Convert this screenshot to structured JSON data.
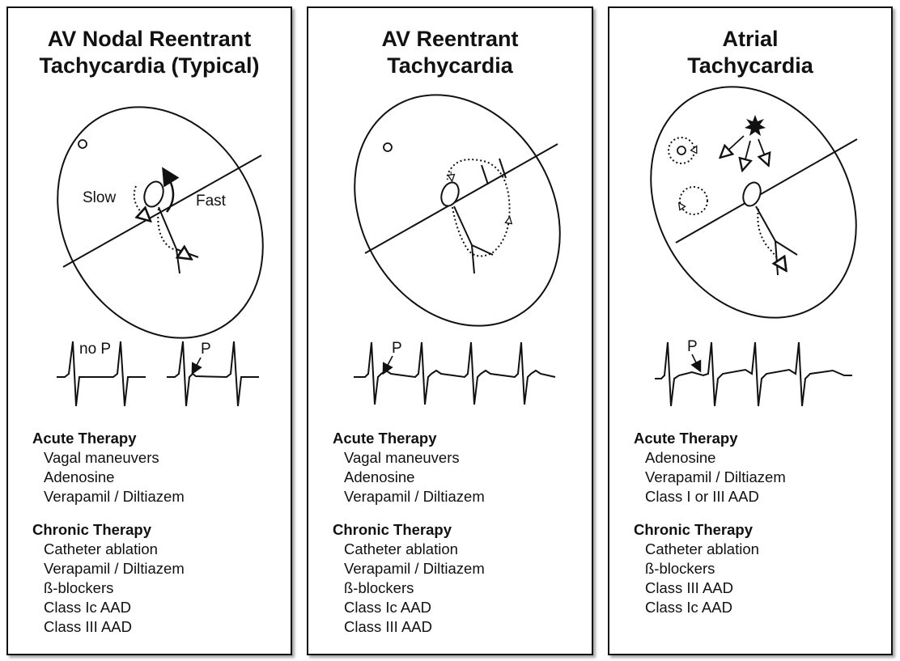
{
  "panels": [
    {
      "title_line1": "AV Nodal Reentrant",
      "title_line2": "Tachycardia (Typical)",
      "labels": {
        "slow": "Slow",
        "fast": "Fast",
        "no_p": "no P",
        "p": "P"
      },
      "acute_heading": "Acute Therapy",
      "acute": [
        "Vagal maneuvers",
        "Adenosine",
        "Verapamil / Diltiazem"
      ],
      "chronic_heading": "Chronic Therapy",
      "chronic": [
        "Catheter ablation",
        "Verapamil / Diltiazem",
        "ß-blockers",
        "Class Ic AAD",
        "Class III AAD"
      ]
    },
    {
      "title_line1": "AV Reentrant",
      "title_line2": "Tachycardia",
      "labels": {
        "p": "P"
      },
      "acute_heading": "Acute Therapy",
      "acute": [
        "Vagal maneuvers",
        "Adenosine",
        "Verapamil / Diltiazem"
      ],
      "chronic_heading": "Chronic Therapy",
      "chronic": [
        "Catheter ablation",
        "Verapamil / Diltiazem",
        "ß-blockers",
        "Class Ic AAD",
        "Class III AAD"
      ]
    },
    {
      "title_line1": "Atrial",
      "title_line2": "Tachycardia",
      "labels": {
        "p": "P"
      },
      "acute_heading": "Acute Therapy",
      "acute": [
        "Adenosine",
        "Verapamil / Diltiazem",
        "Class I or III AAD"
      ],
      "chronic_heading": "Chronic Therapy",
      "chronic": [
        "Catheter ablation",
        "ß-blockers",
        "Class III AAD",
        "Class Ic AAD"
      ]
    }
  ]
}
